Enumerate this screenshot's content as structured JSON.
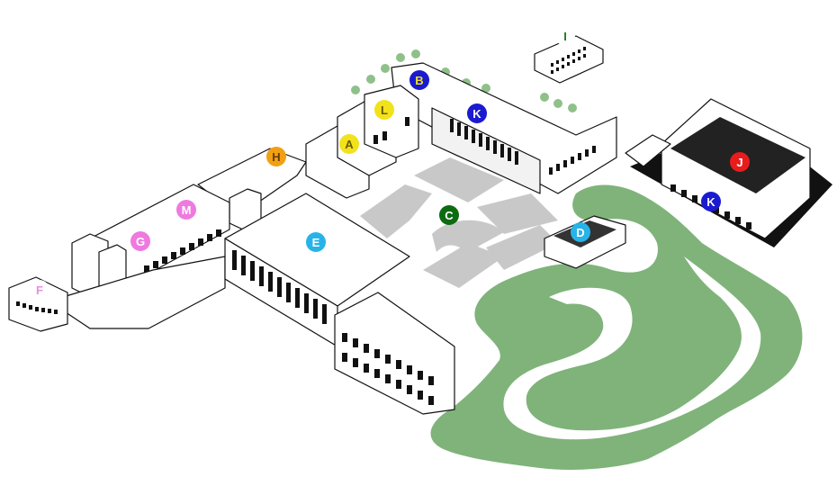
{
  "markers": [
    {
      "id": "A",
      "fill": "#f2e21c",
      "text_color": "#6b5a00",
      "outline": false
    },
    {
      "id": "B",
      "fill": "#1a1ad0",
      "text_color": "#f2e21c",
      "outline": false
    },
    {
      "id": "C",
      "fill": "#0f6b12",
      "text_color": "#ffffff",
      "outline": false
    },
    {
      "id": "D",
      "fill": "#27b3e8",
      "text_color": "#ffffff",
      "outline": false
    },
    {
      "id": "E",
      "fill": "#27b3e8",
      "text_color": "#ffffff",
      "outline": false
    },
    {
      "id": "F",
      "fill": "#ffffff",
      "text_color": "#e98ee0",
      "outline": true
    },
    {
      "id": "G",
      "fill": "#ee7ae0",
      "text_color": "#ffffff",
      "outline": false
    },
    {
      "id": "H",
      "fill": "#f0a014",
      "text_color": "#6b3c00",
      "outline": false
    },
    {
      "id": "I",
      "fill": "#ffffff",
      "text_color": "#1c7a1c",
      "outline": true
    },
    {
      "id": "J",
      "fill": "#e81c1c",
      "text_color": "#ffffff",
      "outline": false
    },
    {
      "id": "K1",
      "label": "K",
      "fill": "#1a1ad0",
      "text_color": "#ffffff",
      "outline": false
    },
    {
      "id": "K2",
      "label": "K",
      "fill": "#1a1ad0",
      "text_color": "#ffffff",
      "outline": false
    },
    {
      "id": "L",
      "fill": "#f2e21c",
      "text_color": "#6b5a00",
      "outline": false
    },
    {
      "id": "M",
      "fill": "#ee7ae0",
      "text_color": "#ffffff",
      "outline": false
    }
  ],
  "colors": {
    "park": "#7fb37a",
    "plaza": "#c8c8c8",
    "court": "#1a1a1a"
  }
}
